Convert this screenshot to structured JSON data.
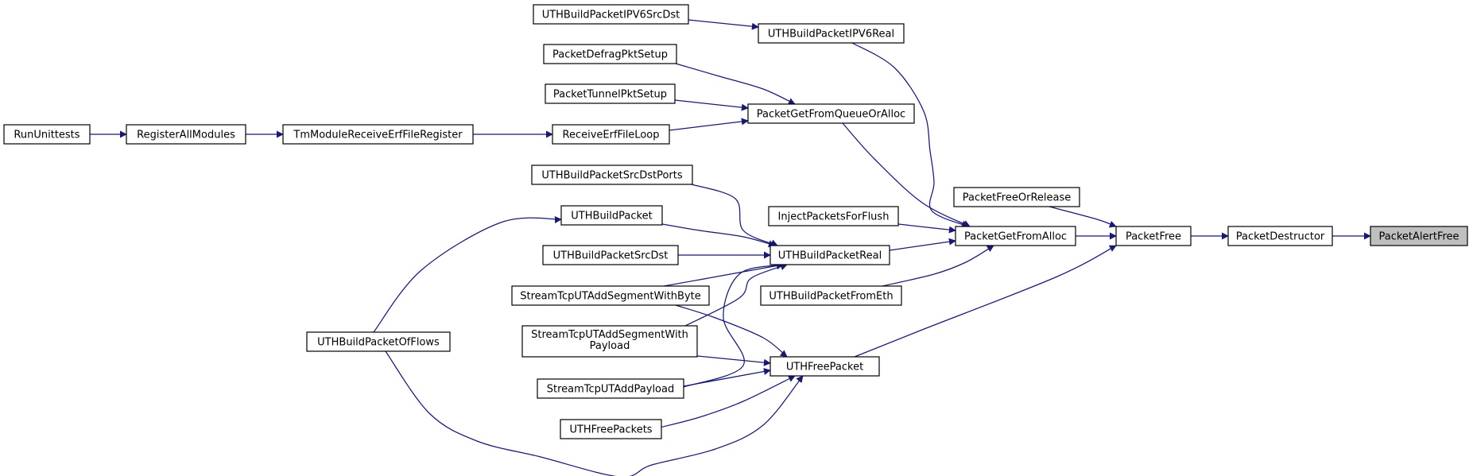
{
  "graph": {
    "edge_color": "#191970",
    "highlight_fill": "#bfbfbf",
    "nodes": [
      {
        "id": "alert_free",
        "label": "PacketAlertFree",
        "current": true
      },
      {
        "id": "destructor",
        "label": "PacketDestructor"
      },
      {
        "id": "free",
        "label": "PacketFree"
      },
      {
        "id": "free_or_release",
        "label": "PacketFreeOrRelease"
      },
      {
        "id": "get_from_alloc",
        "label": "PacketGetFromAlloc"
      },
      {
        "id": "uth_free_packet",
        "label": "UTHFreePacket"
      },
      {
        "id": "ipv6_real",
        "label": "UTHBuildPacketIPV6Real"
      },
      {
        "id": "ipv6_srcdst",
        "label": "UTHBuildPacketIPV6SrcDst"
      },
      {
        "id": "get_from_queue",
        "label": "PacketGetFromQueueOrAlloc"
      },
      {
        "id": "defrag_setup",
        "label": "PacketDefragPktSetup"
      },
      {
        "id": "tunnel_setup",
        "label": "PacketTunnelPktSetup"
      },
      {
        "id": "receive_erf",
        "label": "ReceiveErfFileLoop"
      },
      {
        "id": "tm_module_erf",
        "label": "TmModuleReceiveErfFileRegister"
      },
      {
        "id": "register_all",
        "label": "RegisterAllModules"
      },
      {
        "id": "run_unittests",
        "label": "RunUnittests"
      },
      {
        "id": "inject_flush",
        "label": "InjectPacketsForFlush"
      },
      {
        "id": "build_real",
        "label": "UTHBuildPacketReal"
      },
      {
        "id": "build_srcdstports",
        "label": "UTHBuildPacketSrcDstPorts"
      },
      {
        "id": "build_packet",
        "label": "UTHBuildPacket"
      },
      {
        "id": "build_of_flows",
        "label": "UTHBuildPacketOfFlows"
      },
      {
        "id": "build_srcdst",
        "label": "UTHBuildPacketSrcDst"
      },
      {
        "id": "add_seg_byte",
        "label": "StreamTcpUTAddSegmentWithByte"
      },
      {
        "id": "add_seg_payload",
        "label": "StreamTcpUTAddSegmentWith\nPayload"
      },
      {
        "id": "add_payload",
        "label": "StreamTcpUTAddPayload"
      },
      {
        "id": "from_eth",
        "label": "UTHBuildPacketFromEth"
      },
      {
        "id": "free_packets",
        "label": "UTHFreePackets"
      }
    ],
    "edges": [
      {
        "from": "destructor",
        "to": "alert_free"
      },
      {
        "from": "free",
        "to": "destructor"
      },
      {
        "from": "free_or_release",
        "to": "free"
      },
      {
        "from": "get_from_alloc",
        "to": "free"
      },
      {
        "from": "uth_free_packet",
        "to": "free"
      },
      {
        "from": "ipv6_real",
        "to": "get_from_alloc"
      },
      {
        "from": "get_from_queue",
        "to": "get_from_alloc"
      },
      {
        "from": "inject_flush",
        "to": "get_from_alloc"
      },
      {
        "from": "build_real",
        "to": "get_from_alloc"
      },
      {
        "from": "from_eth",
        "to": "get_from_alloc"
      },
      {
        "from": "ipv6_srcdst",
        "to": "ipv6_real"
      },
      {
        "from": "defrag_setup",
        "to": "get_from_queue"
      },
      {
        "from": "tunnel_setup",
        "to": "get_from_queue"
      },
      {
        "from": "receive_erf",
        "to": "get_from_queue"
      },
      {
        "from": "tm_module_erf",
        "to": "receive_erf"
      },
      {
        "from": "register_all",
        "to": "tm_module_erf"
      },
      {
        "from": "run_unittests",
        "to": "register_all"
      },
      {
        "from": "build_srcdstports",
        "to": "build_real"
      },
      {
        "from": "build_packet",
        "to": "build_real"
      },
      {
        "from": "build_srcdst",
        "to": "build_real"
      },
      {
        "from": "add_seg_byte",
        "to": "build_real"
      },
      {
        "from": "add_seg_payload",
        "to": "build_real"
      },
      {
        "from": "add_payload",
        "to": "build_real"
      },
      {
        "from": "build_of_flows",
        "to": "build_packet"
      },
      {
        "from": "add_seg_byte",
        "to": "uth_free_packet"
      },
      {
        "from": "add_seg_payload",
        "to": "uth_free_packet"
      },
      {
        "from": "add_payload",
        "to": "uth_free_packet"
      },
      {
        "from": "free_packets",
        "to": "uth_free_packet"
      },
      {
        "from": "build_of_flows",
        "to": "uth_free_packet"
      }
    ]
  }
}
